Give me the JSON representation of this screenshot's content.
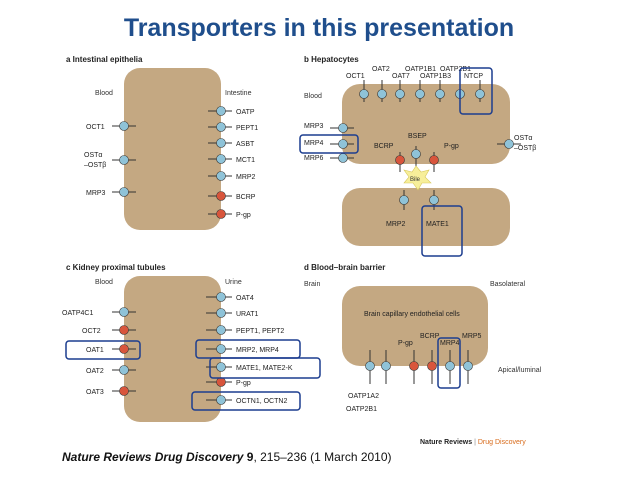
{
  "slide": {
    "title": "Transporters in this presentation",
    "citation": {
      "journal": "Nature Reviews Drug Discovery",
      "volume": "9",
      "rest": ", 215–236 (1 March 2010)"
    },
    "credit": {
      "brand": "Nature Reviews",
      "section": "Drug Discovery"
    }
  },
  "colors": {
    "title": "#1f4e8c",
    "cell": "#c4a882",
    "blue_transporter": "#8fc3d8",
    "red_transporter": "#d8553c",
    "highlight_box": "#1c3d8f"
  },
  "panels": {
    "a": {
      "title": "a Intestinal epithelia",
      "left_label": "Blood",
      "right_label": "Intestine",
      "left_transporters": [
        "OCT1",
        "OSTα\n–OSTβ",
        "MRP3"
      ],
      "right_transporters": [
        "OATP",
        "PEPT1",
        "ASBT",
        "MCT1",
        "MRP2",
        "BCRP",
        "P-gp"
      ]
    },
    "b": {
      "title": "b Hepatocytes",
      "side_label": "Blood",
      "top_transporters": [
        "OCT1",
        "OAT2",
        "OAT7",
        "OATP1B1",
        "OATP1B3",
        "OATP2B1",
        "NTCP"
      ],
      "left_transporters": [
        "MRP3",
        "MRP4",
        "MRP6"
      ],
      "right_transporters": [
        "OSTα\n–OSTβ"
      ],
      "canalicular_transporters": [
        "BSEP",
        "BCRP",
        "P-gp",
        "MRP2",
        "MATE1"
      ],
      "bile_label": "Bile"
    },
    "c": {
      "title": "c Kidney proximal tubules",
      "left_label": "Blood",
      "right_label": "Urine",
      "left_transporters": [
        "OATP4C1",
        "OCT2",
        "OAT1",
        "OAT2",
        "OAT3"
      ],
      "right_transporters": [
        "OAT4",
        "URAT1",
        "PEPT1, PEPT2",
        "MRP2, MRP4",
        "MATE1, MATE2-K",
        "P-gp",
        "OCTN1, OCTN2"
      ]
    },
    "d": {
      "title": "d Blood–brain barrier",
      "top_left_label": "Brain",
      "top_right_label": "Basolateral",
      "cell_label": "Brain capillary endothelial cells",
      "top_transporters": [
        "P-gp",
        "BCRP",
        "MRP4",
        "MRP5"
      ],
      "bottom_transporters": [
        "OATP1A2",
        "OATP2B1"
      ],
      "side_label": "Apical/luminal"
    }
  }
}
